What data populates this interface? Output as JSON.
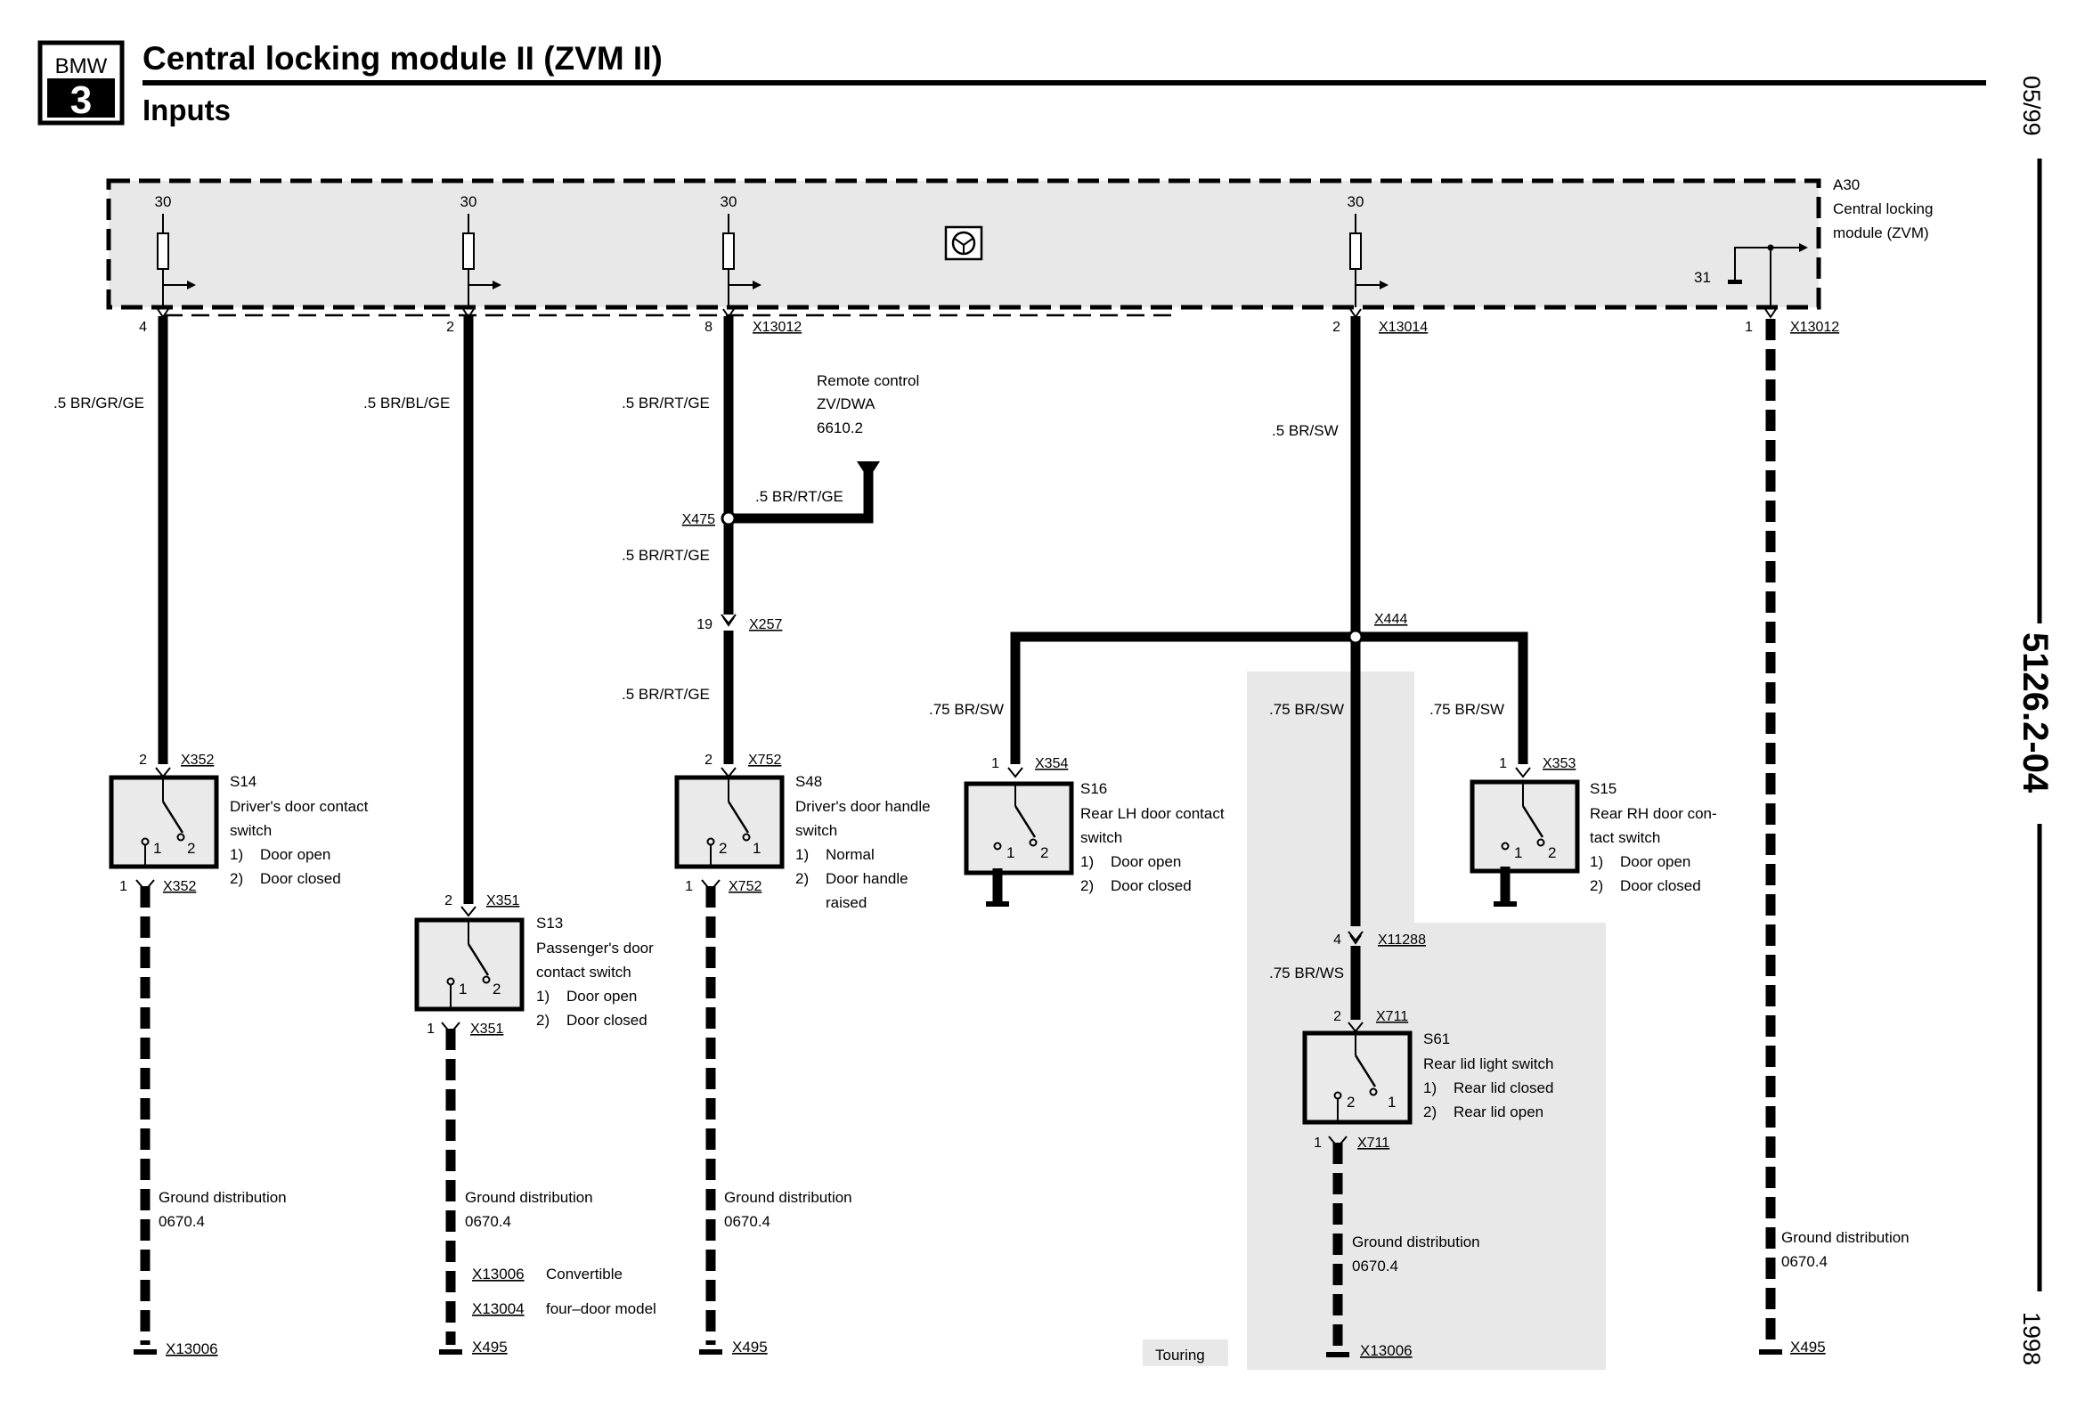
{
  "header": {
    "logo_text": "BMW",
    "logo_series": "3",
    "title": "Central locking module II (ZVM II)",
    "subtitle": "Inputs"
  },
  "side": {
    "date": "05/99",
    "code": "5126.2-04",
    "year": "1998"
  },
  "module": {
    "id": "A30",
    "name_line1": "Central locking",
    "name_line2": "module (ZVM)",
    "ground_terminal": "31",
    "terminals": [
      "30",
      "30",
      "30",
      "30"
    ]
  },
  "columns": [
    {
      "pin": "4",
      "wire": ".5 BR/GR/GE"
    },
    {
      "pin": "2",
      "wire": ".5 BR/BL/GE"
    },
    {
      "pin": "8",
      "connector": "X13012",
      "wire": ".5 BR/RT/GE"
    },
    {
      "pin": "2",
      "connector": "X13014",
      "wire": ".5 BR/SW"
    },
    {
      "pin": "1",
      "connector": "X13012"
    }
  ],
  "remote": {
    "line1": "Remote control",
    "line2": "ZV/DWA",
    "line3": "6610.2",
    "wire": ".5 BR/RT/GE",
    "junction": "X475"
  },
  "mid": {
    "wire_after_junction": ".5 BR/RT/GE",
    "x257_pin": "19",
    "x257": "X257",
    "wire_after_x257": ".5 BR/RT/GE"
  },
  "x444": {
    "label": "X444",
    "wire_left": ".75 BR/SW",
    "wire_center": ".75 BR/SW",
    "wire_right": ".75 BR/SW"
  },
  "s14": {
    "id": "S14",
    "line1": "Driver's door contact",
    "line2": "switch",
    "n1": "1)",
    "opt1": "Door open",
    "n2": "2)",
    "opt2": "Door closed",
    "top_pin": "2",
    "top_conn": "X352",
    "bot_pin": "1",
    "bot_conn": "X352",
    "c1": "1",
    "c2": "2"
  },
  "s13": {
    "id": "S13",
    "line1": "Passenger's door",
    "line2": "contact switch",
    "n1": "1)",
    "opt1": "Door open",
    "n2": "2)",
    "opt2": "Door closed",
    "top_pin": "2",
    "top_conn": "X351",
    "bot_pin": "1",
    "bot_conn": "X351",
    "c1": "1",
    "c2": "2"
  },
  "s48": {
    "id": "S48",
    "line1": "Driver's door handle",
    "line2": "switch",
    "n1": "1)",
    "opt1": "Normal",
    "n2": "2)",
    "opt2": "Door handle",
    "opt2b": "raised",
    "top_pin": "2",
    "top_conn": "X752",
    "bot_pin": "1",
    "bot_conn": "X752",
    "c1": "2",
    "c2": "1"
  },
  "s16": {
    "id": "S16",
    "line1": "Rear LH door contact",
    "line2": "switch",
    "n1": "1)",
    "opt1": "Door open",
    "n2": "2)",
    "opt2": "Door closed",
    "top_pin": "1",
    "top_conn": "X354",
    "c1": "1",
    "c2": "2"
  },
  "s15": {
    "id": "S15",
    "line1": "Rear RH door con-",
    "line2": "tact switch",
    "n1": "1)",
    "opt1": "Door open",
    "n2": "2)",
    "opt2": "Door closed",
    "top_pin": "1",
    "top_conn": "X353",
    "c1": "1",
    "c2": "2"
  },
  "s61": {
    "id": "S61",
    "line1": "Rear lid light switch",
    "n1": "1)",
    "opt1": "Rear lid closed",
    "n2": "2)",
    "opt2": "Rear lid open",
    "x11288_pin": "4",
    "x11288": "X11288",
    "wire": ".75 BR/WS",
    "top_pin": "2",
    "top_conn": "X711",
    "bot_pin": "1",
    "bot_conn": "X711",
    "c1": "2",
    "c2": "1"
  },
  "ground": {
    "label": "Ground distribution",
    "ref": "0670.4",
    "c1_conn": "X13006",
    "c2_conn": "X495",
    "c3_conn": "X495",
    "c4_conn": "X13006",
    "c5_conn": "X495",
    "variant1_conn": "X13006",
    "variant1_text": "Convertible",
    "variant2_conn": "X13004",
    "variant2_text": "four–door model"
  },
  "touring_label": "Touring"
}
